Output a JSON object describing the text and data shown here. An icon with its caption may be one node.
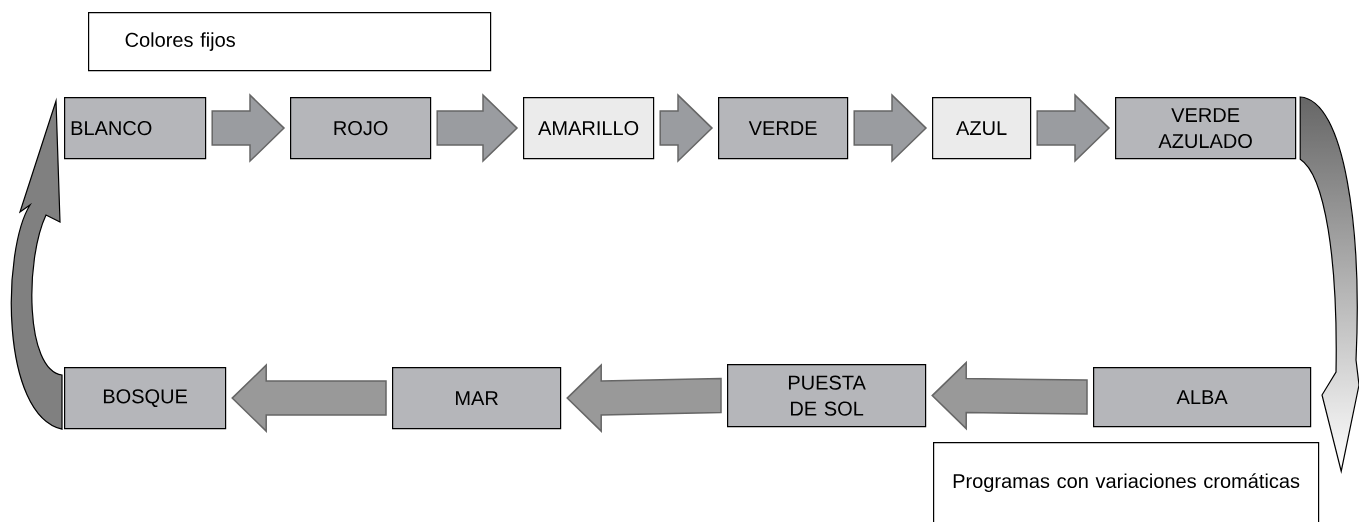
{
  "diagram": {
    "nodes": [
      {
        "text": [
          "Colores fijos"
        ]
      },
      {
        "text": [
          "BLANCO"
        ]
      },
      {
        "text": [
          "ROJO"
        ]
      },
      {
        "text": [
          "AMARILLO"
        ]
      },
      {
        "text": [
          "VERDE"
        ]
      },
      {
        "text": [
          "AZUL"
        ]
      },
      {
        "text": [
          "VERDE AZULADO"
        ]
      },
      {
        "text": [
          "ALBA"
        ]
      },
      {
        "text": [
          "PUESTA DE SOL"
        ]
      },
      {
        "text": [
          "MAR"
        ]
      },
      {
        "text": [
          "BOSQUE"
        ]
      },
      {
        "text": [
          "Programas con variaciones cromáticas"
        ]
      }
    ],
    "edges": [
      {
        "from": 1,
        "to": 2,
        "arrow": "to"
      },
      {
        "from": 2,
        "to": 3,
        "arrow": "to"
      },
      {
        "from": 3,
        "to": 4,
        "arrow": "to"
      },
      {
        "from": 4,
        "to": 5,
        "arrow": "to"
      },
      {
        "from": 5,
        "to": 6,
        "arrow": "to"
      },
      {
        "from": 6,
        "to": 7,
        "arrow": "to"
      },
      {
        "from": 7,
        "to": 8,
        "arrow": "to"
      },
      {
        "from": 8,
        "to": 9,
        "arrow": "to"
      },
      {
        "from": 9,
        "to": 10,
        "arrow": "to"
      },
      {
        "from": 10,
        "to": 1,
        "arrow": "to"
      }
    ]
  }
}
